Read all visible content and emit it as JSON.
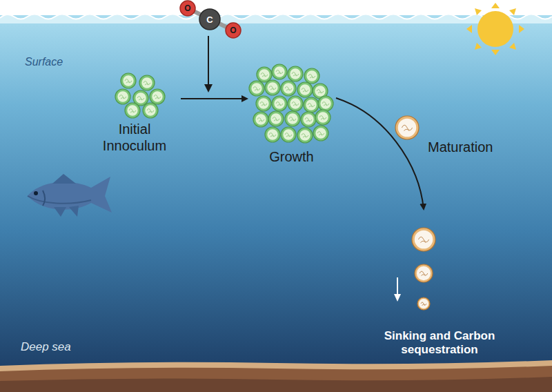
{
  "diagram": {
    "nodes": [
      {
        "text": [
          "Initial Innoculum"
        ]
      },
      {
        "text": [
          "Growth"
        ]
      },
      {
        "text": [
          "Maturation"
        ]
      },
      {
        "text": [
          "Sinking and Carbon sequestration"
        ]
      }
    ],
    "edges": [
      {
        "from": 0,
        "to": 1,
        "arrow": "to"
      },
      {
        "from": 1,
        "to": 3,
        "arrow": "to"
      }
    ],
    "labels": [
      "O",
      "C",
      "O",
      "Surface",
      "Deep sea"
    ]
  }
}
